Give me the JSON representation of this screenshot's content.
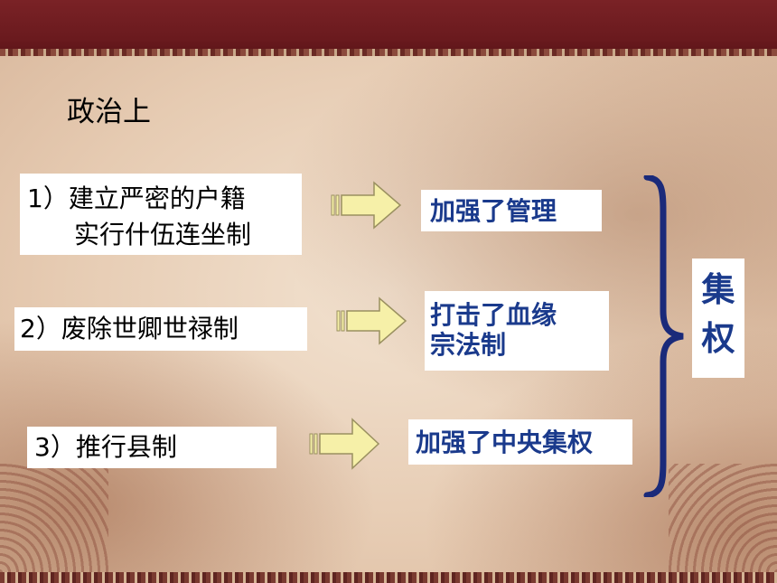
{
  "heading": "政治上",
  "measures": [
    {
      "lines": [
        "1）建立严密的户籍",
        "   实行什伍连坐制"
      ]
    },
    {
      "lines": [
        "2）废除世卿世禄制"
      ]
    },
    {
      "lines": [
        "3）推行县制"
      ]
    }
  ],
  "effects": [
    {
      "lines": [
        "加强了管理"
      ]
    },
    {
      "lines": [
        "打击了血缘",
        "宗法制"
      ]
    },
    {
      "lines": [
        "加强了中央集权"
      ]
    }
  ],
  "result": [
    "集",
    "权"
  ],
  "colors": {
    "effect_text": "#1a3a8c",
    "arrow_fill": "#f6f0a8",
    "arrow_stroke": "#9a9060",
    "brace": "#1a2a7a"
  },
  "icons": {
    "arrow": "right-arrow-icon",
    "brace": "right-brace-icon"
  }
}
